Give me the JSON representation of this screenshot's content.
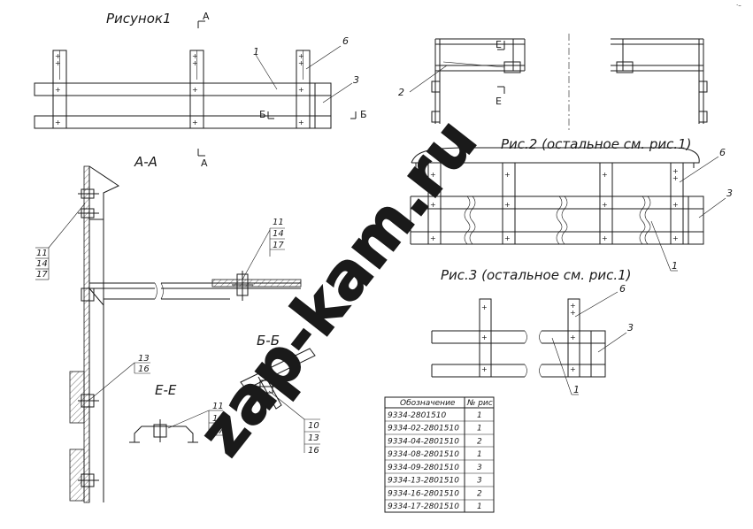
{
  "labels": {
    "fig1": "Рисунок1",
    "fig2": "Рис.2 (остальное см. рис.1)",
    "fig3": "Рис.3 (остальное см. рис.1)",
    "section_aa": "А-А",
    "section_bb": "Б-Б",
    "section_ee": "Е-Е",
    "letter_a": "А",
    "letter_b": "Б",
    "letter_e": "Е"
  },
  "callouts": {
    "n1": "1",
    "n2": "2",
    "n3": "3",
    "n6": "6",
    "n10": "10",
    "n11": "11",
    "n13": "13",
    "n14": "14",
    "n16": "16",
    "n17": "17"
  },
  "watermark": "zap-kam.ru",
  "table": {
    "headers": [
      "Обозначение",
      "№ рис"
    ],
    "rows": [
      [
        "9334-2801510",
        "1"
      ],
      [
        "9334-02-2801510",
        "1"
      ],
      [
        "9334-04-2801510",
        "2"
      ],
      [
        "9334-08-2801510",
        "1"
      ],
      [
        "9334-09-2801510",
        "3"
      ],
      [
        "9334-13-2801510",
        "3"
      ],
      [
        "9334-16-2801510",
        "2"
      ],
      [
        "9334-17-2801510",
        "1"
      ]
    ]
  }
}
